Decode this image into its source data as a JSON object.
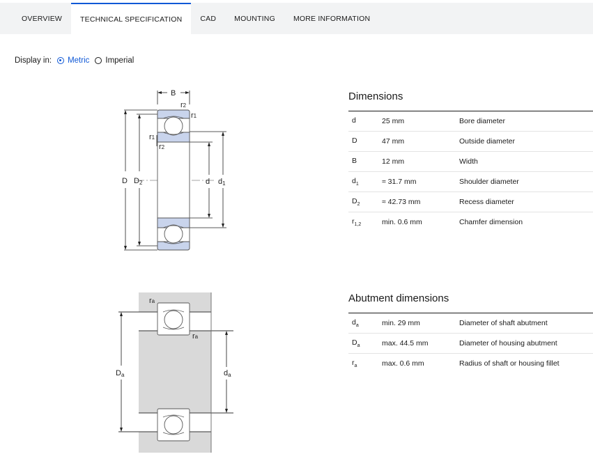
{
  "tabs": [
    {
      "label": "OVERVIEW",
      "active": false
    },
    {
      "label": "TECHNICAL SPECIFICATION",
      "active": true
    },
    {
      "label": "CAD",
      "active": false
    },
    {
      "label": "MOUNTING",
      "active": false
    },
    {
      "label": "MORE INFORMATION",
      "active": false
    }
  ],
  "display": {
    "label": "Display in:",
    "metric": "Metric",
    "imperial": "Imperial",
    "selected": "Metric"
  },
  "colors": {
    "accent": "#0f58d6",
    "ring_fill": "#c9d4ec"
  },
  "dimensions": {
    "title": "Dimensions",
    "rows": [
      {
        "sym": "d",
        "sub": "",
        "value": "25 mm",
        "desc": "Bore diameter"
      },
      {
        "sym": "D",
        "sub": "",
        "value": "47 mm",
        "desc": "Outside diameter"
      },
      {
        "sym": "B",
        "sub": "",
        "value": "12 mm",
        "desc": "Width"
      },
      {
        "sym": "d",
        "sub": "1",
        "value": "≈ 31.7 mm",
        "desc": "Shoulder diameter"
      },
      {
        "sym": "D",
        "sub": "2",
        "value": "≈ 42.73 mm",
        "desc": "Recess diameter"
      },
      {
        "sym": "r",
        "sub": "1,2",
        "value": "min. 0.6 mm",
        "desc": "Chamfer dimension"
      }
    ]
  },
  "abutment": {
    "title": "Abutment dimensions",
    "rows": [
      {
        "sym": "d",
        "sub": "a",
        "value": "min. 29 mm",
        "desc": "Diameter of shaft abutment"
      },
      {
        "sym": "D",
        "sub": "a",
        "value": "max. 44.5 mm",
        "desc": "Diameter of housing abutment"
      },
      {
        "sym": "r",
        "sub": "a",
        "value": "max. 0.6 mm",
        "desc": "Radius of shaft or housing fillet"
      }
    ]
  },
  "drawing1": {
    "B": "B",
    "r2_top": "r",
    "r2_top_sub": "2",
    "r1_top": "r",
    "r1_top_sub": "1",
    "r1_left": "r",
    "r1_left_sub": "1",
    "r2_left": "r",
    "r2_left_sub": "2",
    "D": "D",
    "D2": "D",
    "D2_sub": "2",
    "d": "d",
    "d1": "d",
    "d1_sub": "1"
  },
  "drawing2": {
    "ra_top": "r",
    "ra_top_sub": "a",
    "ra_mid": "r",
    "ra_mid_sub": "a",
    "Da": "D",
    "Da_sub": "a",
    "da": "d",
    "da_sub": "a"
  }
}
